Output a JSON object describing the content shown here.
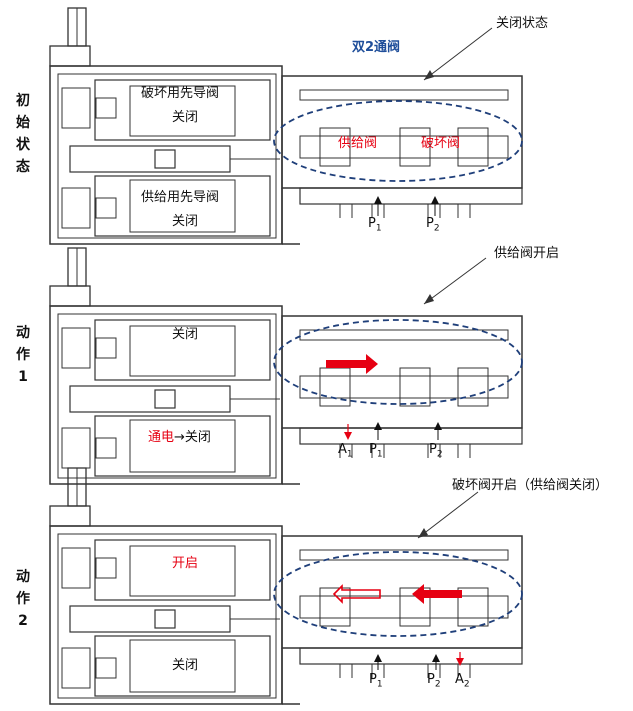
{
  "panels": [
    {
      "side_label": [
        "初",
        "始",
        "状",
        "态"
      ],
      "top_valve_label": "破坏用先导阀",
      "top_valve_state": "关闭",
      "bottom_valve_label": "供给用先导阀",
      "bottom_valve_state": "关闭",
      "title": "双2通阀",
      "callout": "关闭状态",
      "left_valve_tag": "供给阀",
      "right_valve_tag": "破坏阀",
      "ports": [
        "P1",
        "P2"
      ]
    },
    {
      "side_label": [
        "动",
        "作",
        "1"
      ],
      "top_valve_state": "关闭",
      "bottom_valve_state_red": "通电",
      "bottom_valve_state_rest": "→关闭",
      "callout": "供给阀开启",
      "ports": [
        "A1",
        "P1",
        "P2"
      ]
    },
    {
      "side_label": [
        "动",
        "作",
        "2"
      ],
      "top_valve_state": "开启",
      "bottom_valve_state": "关闭",
      "callout": "破坏阀开启（供给阀关闭）",
      "ports": [
        "P1",
        "P2",
        "A2"
      ]
    }
  ],
  "colors": {
    "accent_red": "#e60012",
    "title_blue": "#1f4e9a",
    "ellipse": "#1f3f7a"
  },
  "port_text": {
    "P1": {
      "main": "P",
      "sub": "1"
    },
    "P2": {
      "main": "P",
      "sub": "2"
    },
    "A1": {
      "main": "A",
      "sub": "1"
    },
    "A2": {
      "main": "A",
      "sub": "2"
    }
  }
}
